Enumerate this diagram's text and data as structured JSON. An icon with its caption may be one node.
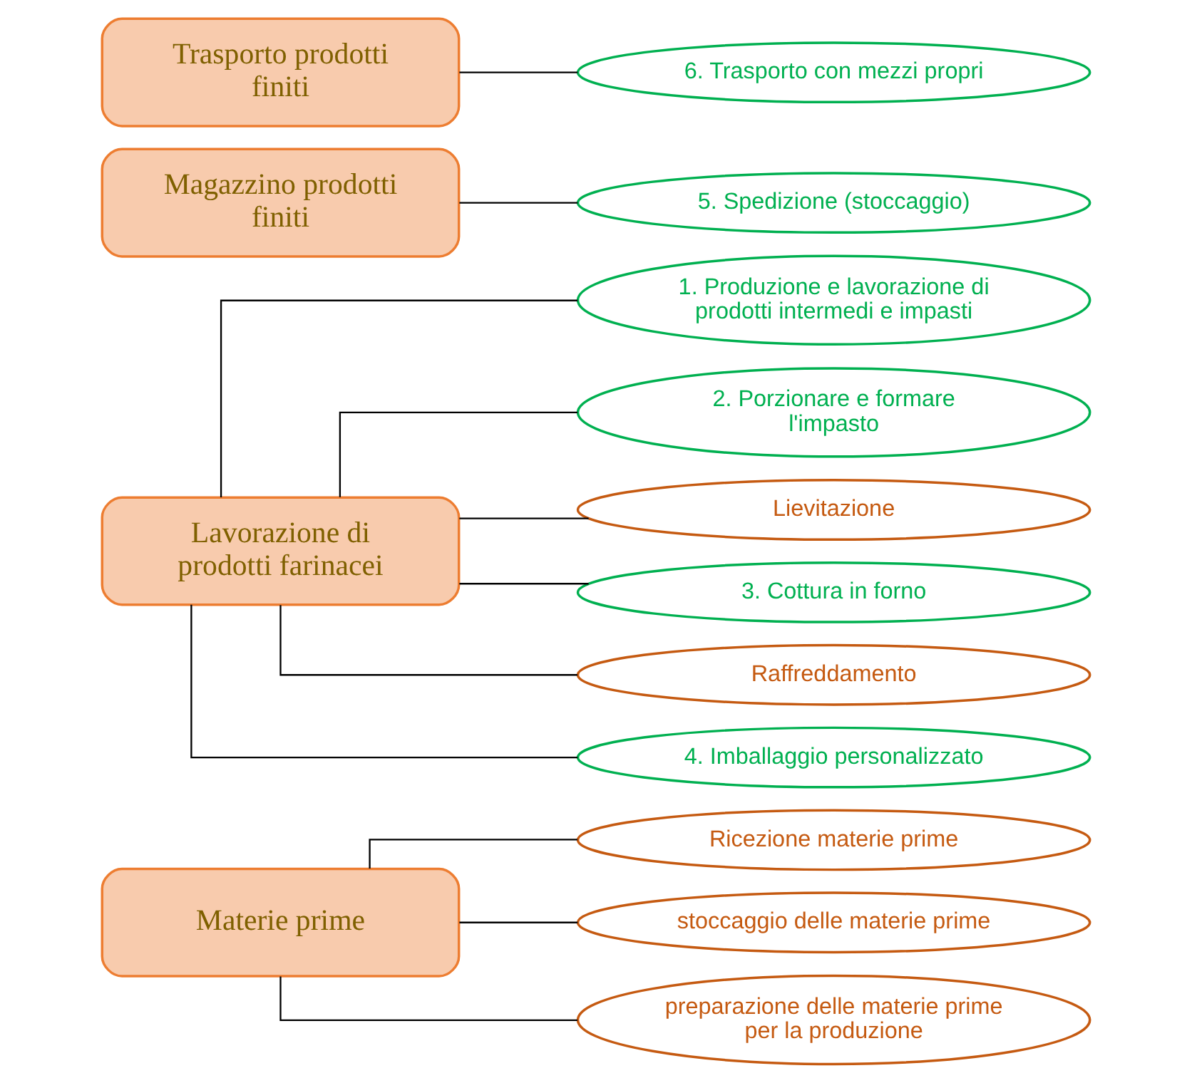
{
  "diagram": {
    "nodes": [
      {
        "text": [
          "Materie prime"
        ]
      },
      {
        "text": [
          "Ricezione materie prime"
        ]
      },
      {
        "text": [
          "stoccaggio delle materie prime"
        ]
      },
      {
        "text": [
          "preparazione delle materie prime per la produzione"
        ]
      },
      {
        "text": [
          "Lavorazione di prodotti farinacei"
        ]
      },
      {
        "text": [
          "1. Produzione e lavorazione di prodotti intermedi e impasti"
        ]
      },
      {
        "text": [
          "2. Porzionare e formare l'impasto"
        ]
      },
      {
        "text": [
          "Lievitazione"
        ]
      },
      {
        "text": [
          "3. Cottura in forno"
        ]
      },
      {
        "text": [
          "Raffreddamento"
        ]
      },
      {
        "text": [
          "4. Imballaggio personalizzato"
        ]
      },
      {
        "text": [
          "Magazzino prodotti finiti"
        ]
      },
      {
        "text": [
          "5. Spedizione (stoccaggio)"
        ]
      },
      {
        "text": [
          "Trasporto prodotti finiti"
        ]
      },
      {
        "text": [
          "6. Trasporto con mezzi propri"
        ]
      }
    ],
    "edges": [
      {
        "from": 0,
        "to": 1,
        "arrow": "none"
      },
      {
        "from": 0,
        "to": 2,
        "arrow": "none"
      },
      {
        "from": 0,
        "to": 3,
        "arrow": "none"
      },
      {
        "from": 4,
        "to": 5,
        "arrow": "none"
      },
      {
        "from": 4,
        "to": 6,
        "arrow": "none"
      },
      {
        "from": 4,
        "to": 7,
        "arrow": "none"
      },
      {
        "from": 4,
        "to": 8,
        "arrow": "none"
      },
      {
        "from": 4,
        "to": 9,
        "arrow": "none"
      },
      {
        "from": 4,
        "to": 10,
        "arrow": "none"
      },
      {
        "from": 11,
        "to": 12,
        "arrow": "none"
      },
      {
        "from": 13,
        "to": 14,
        "arrow": "none"
      }
    ]
  }
}
